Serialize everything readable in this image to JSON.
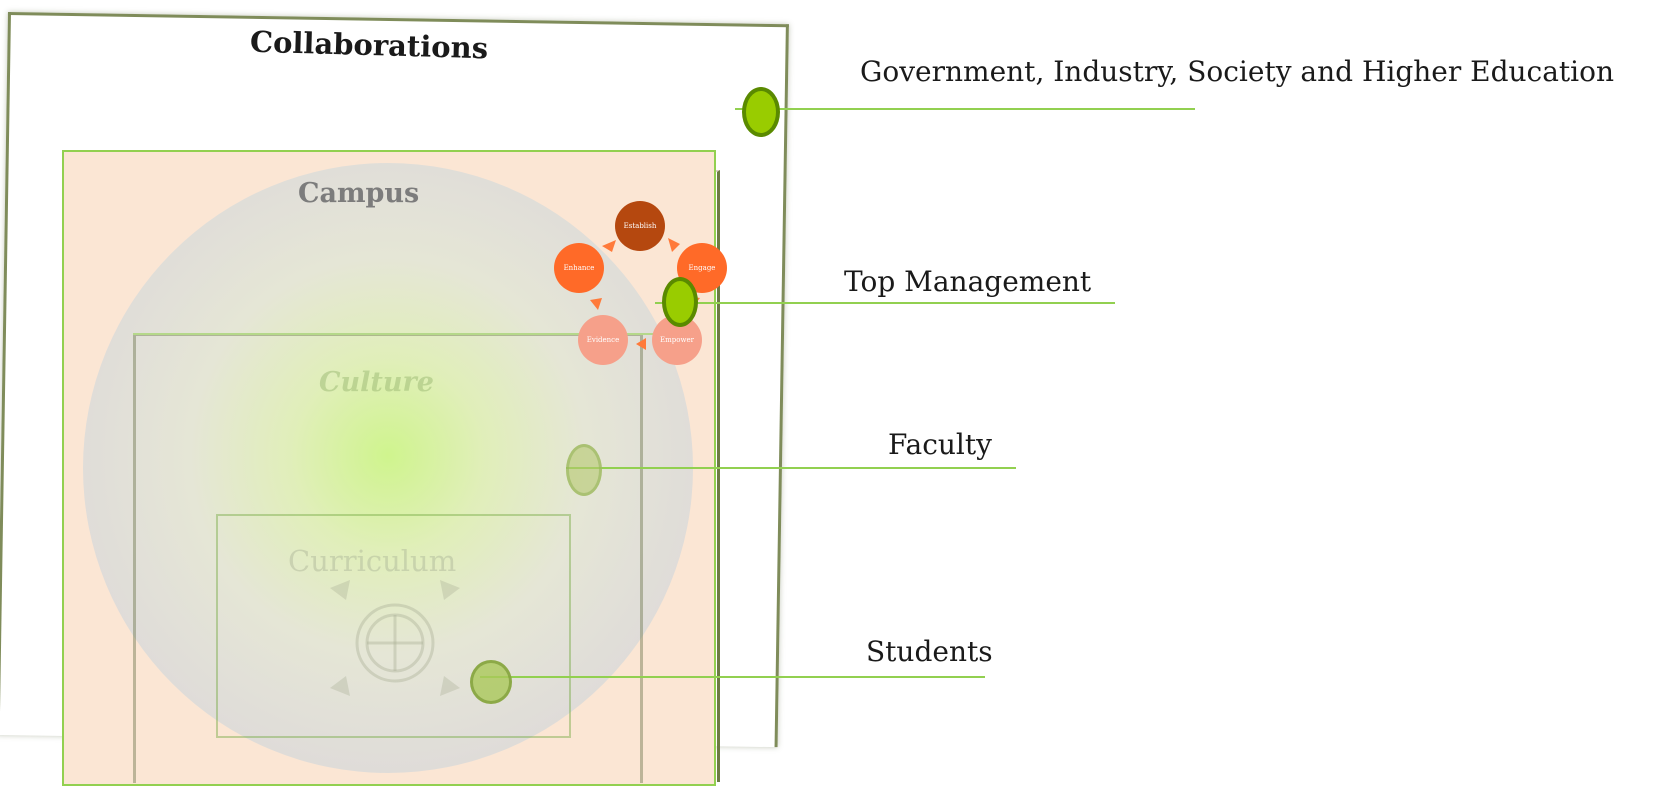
{
  "collaborations": {
    "title": "Collaborations"
  },
  "campus": {
    "title": "Campus"
  },
  "culture": {
    "title": "Culture"
  },
  "curriculum": {
    "title": "Curriculum"
  },
  "cycle": {
    "nodes": [
      {
        "label": "Establish",
        "color": "#b5480f"
      },
      {
        "label": "Engage",
        "color": "#ff6a28"
      },
      {
        "label": "Empower",
        "color": "#f6a08a"
      },
      {
        "label": "Evidence",
        "color": "#f6a08a"
      },
      {
        "label": "Enhance",
        "color": "#ff6a28"
      }
    ],
    "arrow_color": "#ff7a3a"
  },
  "stakeholders": [
    {
      "label": "Government, Industry, Society and Higher Education"
    },
    {
      "label": "Top Management"
    },
    {
      "label": "Faculty"
    },
    {
      "label": "Students"
    }
  ],
  "colors": {
    "accent_green": "#92d050",
    "bullet_green": "#99cc00",
    "bullet_border": "#5a8a00"
  }
}
